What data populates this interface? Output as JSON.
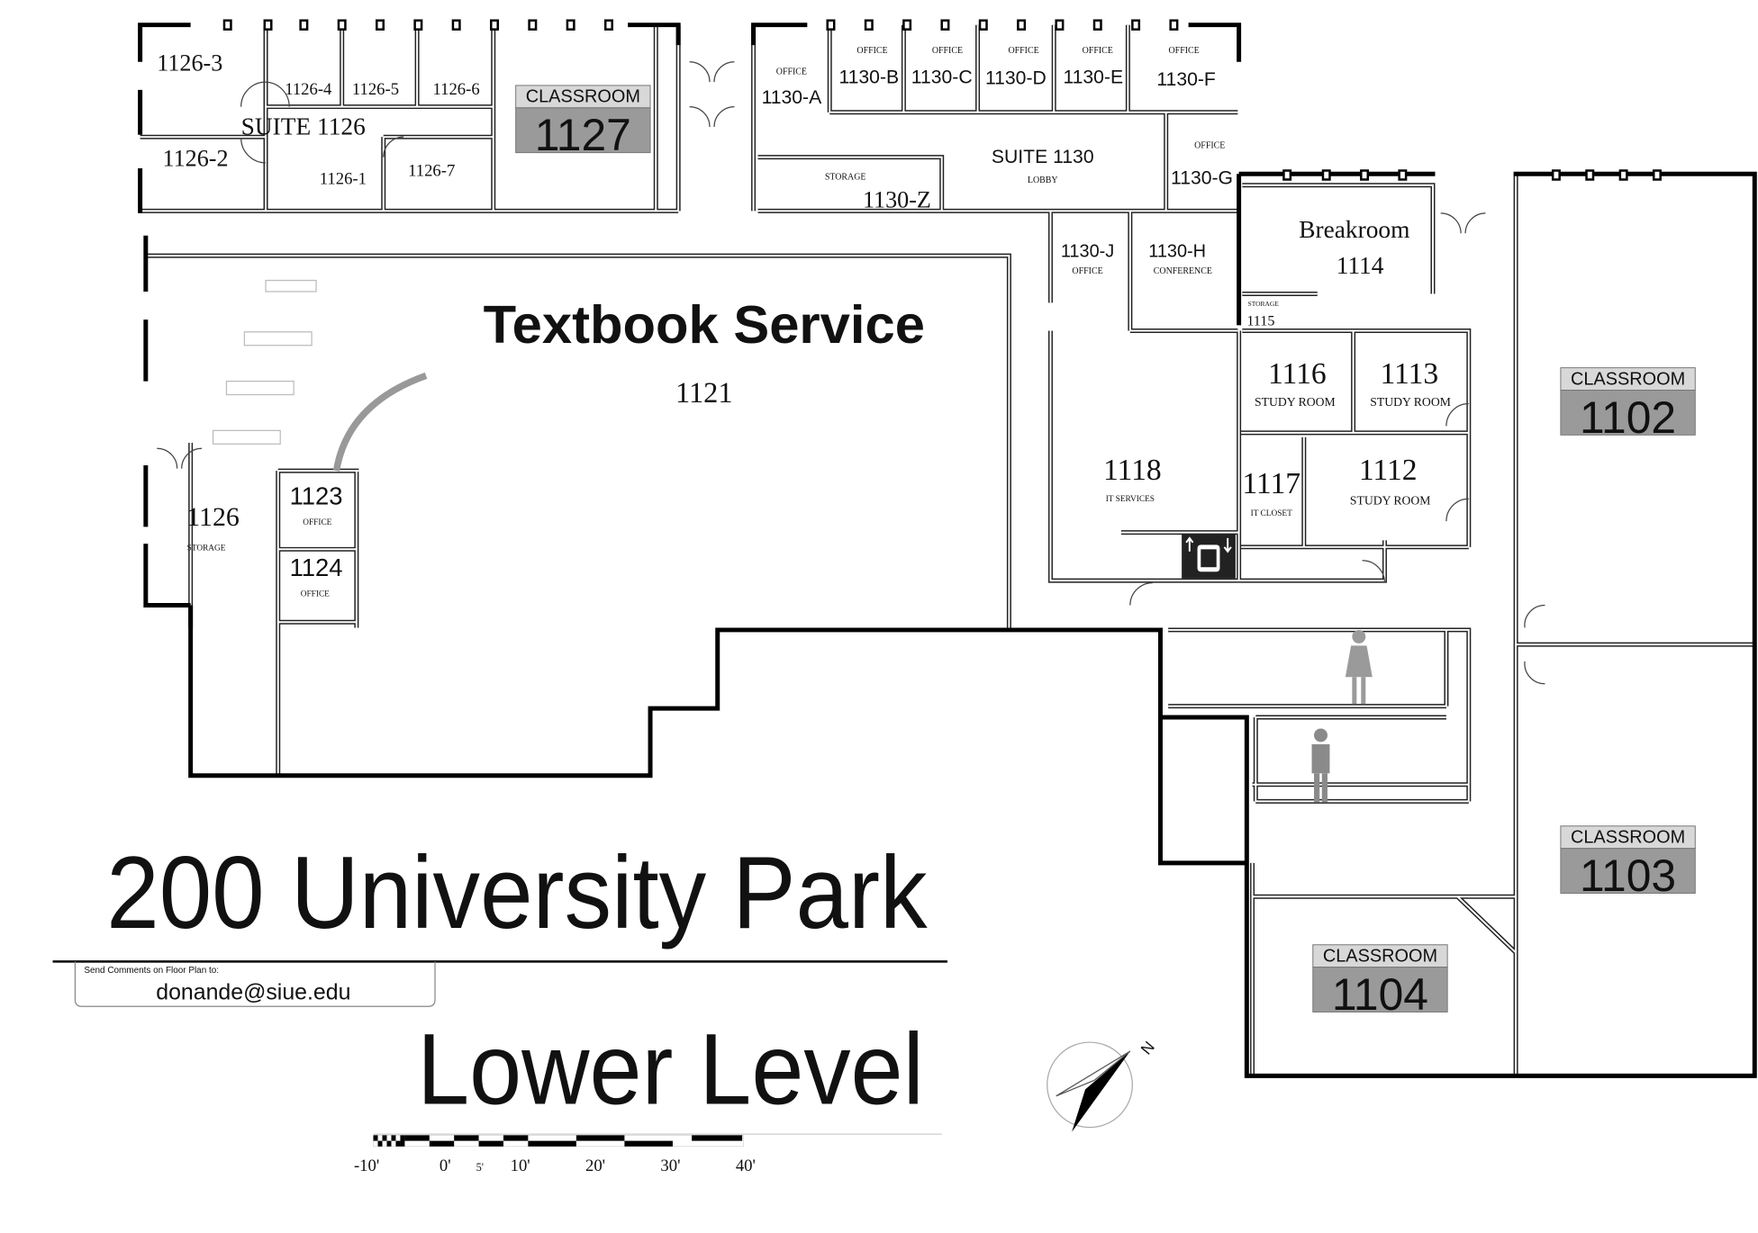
{
  "title": "200 University Park",
  "level": "Lower Level",
  "comments": {
    "label": "Send Comments on Floor Plan to:",
    "email": "donande@siue.edu"
  },
  "main_area": {
    "name": "Textbook Service",
    "number": "1121"
  },
  "suite_1126": {
    "name": "SUITE 1126",
    "rooms": [
      "1126-1",
      "1126-2",
      "1126-3",
      "1126-4",
      "1126-5",
      "1126-6",
      "1126-7"
    ]
  },
  "suite_1130": {
    "name": "SUITE 1130",
    "lobby": "LOBBY",
    "office_label": "OFFICE",
    "offices": [
      "1130-A",
      "1130-B",
      "1130-C",
      "1130-D",
      "1130-E",
      "1130-F",
      "1130-G",
      "1130-J"
    ],
    "storage": {
      "number": "1130-Z",
      "label": "STORAGE"
    },
    "conference": {
      "number": "1130-H",
      "label": "CONFERENCE"
    }
  },
  "rooms": {
    "breakroom": {
      "name": "Breakroom",
      "number": "1114"
    },
    "storage_1115": {
      "number": "1115",
      "label": "STORAGE"
    },
    "r1116": {
      "number": "1116",
      "label": "STUDY ROOM"
    },
    "r1113": {
      "number": "1113",
      "label": "STUDY ROOM"
    },
    "r1117": {
      "number": "1117",
      "label": "IT CLOSET"
    },
    "r1112": {
      "number": "1112",
      "label": "STUDY ROOM"
    },
    "r1118": {
      "number": "1118",
      "label": "IT SERVICES"
    },
    "r1126": {
      "number": "1126",
      "label": "STORAGE"
    },
    "r1123": {
      "number": "1123",
      "label": "OFFICE"
    },
    "r1124": {
      "number": "1124",
      "label": "OFFICE"
    }
  },
  "classrooms": [
    {
      "label": "CLASSROOM",
      "number": "1127"
    },
    {
      "label": "CLASSROOM",
      "number": "1102"
    },
    {
      "label": "CLASSROOM",
      "number": "1103"
    },
    {
      "label": "CLASSROOM",
      "number": "1104"
    }
  ],
  "scale": {
    "ticks": [
      "-10'",
      "0'",
      "5'",
      "10'",
      "20'",
      "30'",
      "40'"
    ]
  },
  "compass": {
    "label": "N"
  },
  "colors": {
    "classroom_top": "#d8d8d8",
    "classroom_bottom": "#9a9a9a",
    "restroom_icon": "#9a9a9a",
    "elevator": "#222222"
  }
}
